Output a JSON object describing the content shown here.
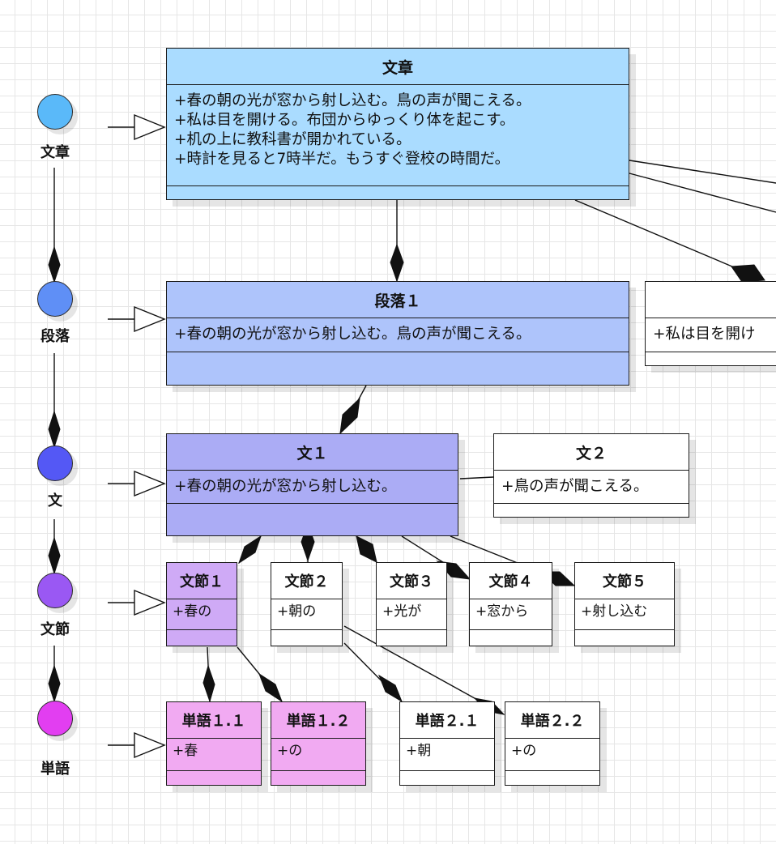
{
  "colors": {
    "bunsho": "#aadcff",
    "danraku": "#aec4fb",
    "bun": "#abacf5",
    "bunsetsu": "#cfaaf6",
    "tango": "#f1aaf2",
    "plain": "#ffffff",
    "circle_bunsho": "#5ab9f9",
    "circle_danraku": "#5f8ff6",
    "circle_bun": "#5458f5",
    "circle_bunsetsu": "#9a58f3",
    "circle_tango": "#e23ef1"
  },
  "legend": {
    "bunsho": "文章",
    "danraku": "段落",
    "bun": "文",
    "bunsetsu": "文節",
    "tango": "単語"
  },
  "bunsho": {
    "title": "文章",
    "attrs": [
      "+春の朝の光が窓から射し込む。鳥の声が聞こえる。",
      "+私は目を開ける。布団からゆっくり体を起こす。",
      "+机の上に教科書が開かれている。",
      "+時計を見ると7時半だ。もうすぐ登校の時間だ。"
    ]
  },
  "danraku1": {
    "title": "段落１",
    "attr": "+春の朝の光が窓から射し込む。鳥の声が聞こえる。"
  },
  "danraku2": {
    "title": "",
    "attr": "+私は目を開け"
  },
  "bun1": {
    "title": "文１",
    "attr": "+春の朝の光が窓から射し込む。"
  },
  "bun2": {
    "title": "文２",
    "attr": "+鳥の声が聞こえる。"
  },
  "bunsetsu": [
    {
      "title": "文節１",
      "attr": "+春の"
    },
    {
      "title": "文節２",
      "attr": "+朝の"
    },
    {
      "title": "文節３",
      "attr": "+光が"
    },
    {
      "title": "文節４",
      "attr": "+窓から"
    },
    {
      "title": "文節５",
      "attr": "+射し込む"
    }
  ],
  "tango": [
    {
      "title": "単語１.１",
      "attr": "+春"
    },
    {
      "title": "単語１.２",
      "attr": "+の"
    },
    {
      "title": "単語２.１",
      "attr": "+朝"
    },
    {
      "title": "単語２.２",
      "attr": "+の"
    }
  ]
}
